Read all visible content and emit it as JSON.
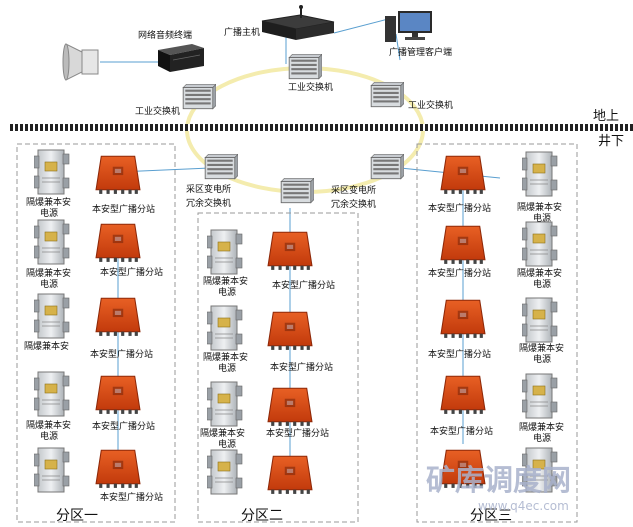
{
  "labels": {
    "broadcast_host": "广播主机",
    "network_audio_terminal": "网络音频终端",
    "broadcast_client": "广播管理客户端",
    "industrial_switch": "工业交换机",
    "above_ground": "地上",
    "below_ground": "井下",
    "substation_switch_l1": "采区变电所",
    "substation_switch_l2": "冗余交换机",
    "power_l1": "隔爆兼本安",
    "power_l2": "电源",
    "substation": "本安型广播分站",
    "zone1": "分区一",
    "zone2": "分区二",
    "zone3": "分区三"
  },
  "watermark": {
    "main": "矿库调度网",
    "sub": "www.q4ec.com"
  },
  "colors": {
    "ring": "#f4ecae",
    "link": "#5a9fd0",
    "station": "#dc4a14",
    "station_dark": "#a8300a",
    "zone_border": "#9a9a9a",
    "ground": "#222222",
    "watermark": "#a9b2cc"
  }
}
